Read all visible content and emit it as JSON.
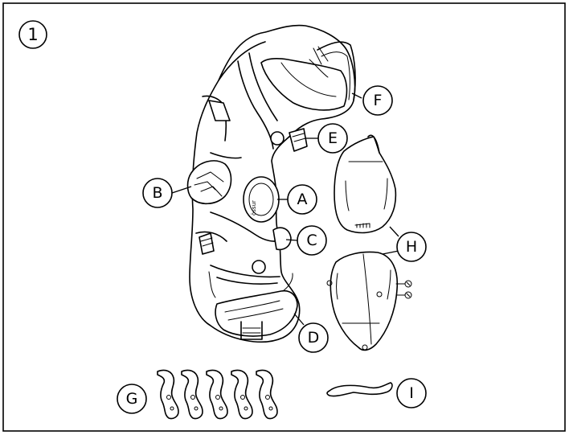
{
  "step_number": "1",
  "hinge_text": "össur",
  "callouts": {
    "a": "A",
    "b": "B",
    "c": "C",
    "d": "D",
    "e": "E",
    "f": "F",
    "g": "G",
    "h": "H",
    "i": "I"
  }
}
